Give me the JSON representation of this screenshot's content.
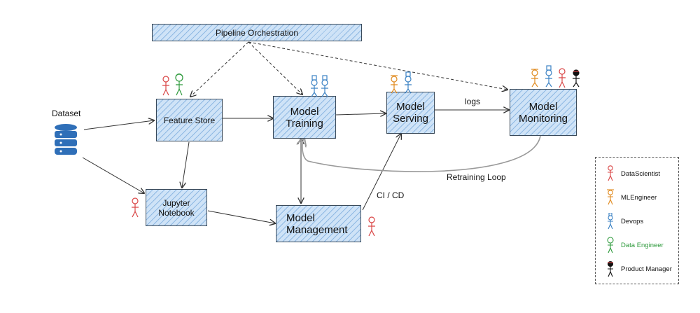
{
  "boxes": {
    "pipeline": "Pipeline Orchestration",
    "feature_store": "Feature Store",
    "model_training": "Model\nTraining",
    "model_serving": "Model\nServing",
    "model_monitoring": "Model\nMonitoring",
    "jupyter": "Jupyter\nNotebook",
    "model_management": "Model\nManagement"
  },
  "labels": {
    "dataset": "Dataset",
    "logs": "logs",
    "retraining_loop": "Retraining Loop",
    "ci_cd": "CI / CD"
  },
  "legend": [
    {
      "label": "DataScientist",
      "color": "#d94545"
    },
    {
      "label": "MLEngineer",
      "color": "#e08a1e"
    },
    {
      "label": "Devops",
      "color": "#3b82c4"
    },
    {
      "label": "Data Engineer",
      "color": "#2e9a3c"
    },
    {
      "label": "Product Manager",
      "color": "#111111"
    }
  ],
  "colors": {
    "box_fill": "#cfe3f7",
    "hatch": "#5a96d2",
    "dataset_icon": "#2f6fb8",
    "data_engineer_text": "#2e9a3c"
  }
}
